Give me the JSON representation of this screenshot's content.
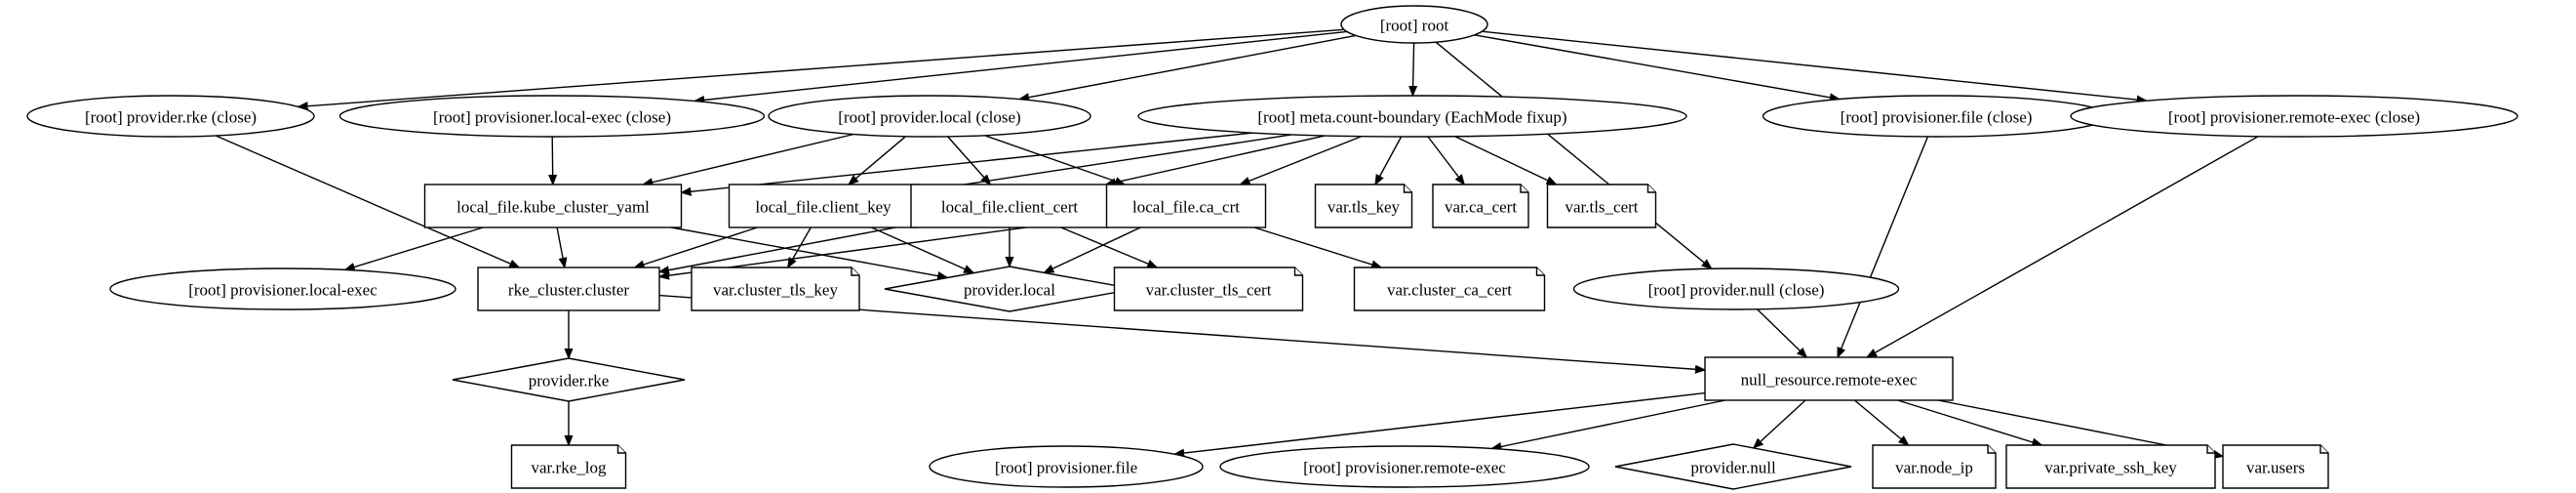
{
  "diagram": {
    "nodes": [
      {
        "id": "root",
        "label": "[root] root",
        "shape": "ellipse"
      },
      {
        "id": "prov_rke_close",
        "label": "[root] provider.rke (close)",
        "shape": "ellipse"
      },
      {
        "id": "provis_localexec_close",
        "label": "[root] provisioner.local-exec (close)",
        "shape": "ellipse"
      },
      {
        "id": "prov_local_close",
        "label": "[root] provider.local (close)",
        "shape": "ellipse"
      },
      {
        "id": "meta_count",
        "label": "[root] meta.count-boundary (EachMode fixup)",
        "shape": "ellipse"
      },
      {
        "id": "provis_file_close",
        "label": "[root] provisioner.file (close)",
        "shape": "ellipse"
      },
      {
        "id": "provis_remote_close",
        "label": "[root] provisioner.remote-exec (close)",
        "shape": "ellipse"
      },
      {
        "id": "lf_kube",
        "label": "local_file.kube_cluster_yaml",
        "shape": "box"
      },
      {
        "id": "lf_client_key",
        "label": "local_file.client_key",
        "shape": "box"
      },
      {
        "id": "lf_client_cert",
        "label": "local_file.client_cert",
        "shape": "box"
      },
      {
        "id": "lf_ca_crt",
        "label": "local_file.ca_crt",
        "shape": "box"
      },
      {
        "id": "var_tls_key",
        "label": "var.tls_key",
        "shape": "note"
      },
      {
        "id": "var_ca_cert",
        "label": "var.ca_cert",
        "shape": "note"
      },
      {
        "id": "var_tls_cert",
        "label": "var.tls_cert",
        "shape": "note"
      },
      {
        "id": "provis_localexec",
        "label": "[root] provisioner.local-exec",
        "shape": "ellipse"
      },
      {
        "id": "rke_cluster",
        "label": "rke_cluster.cluster",
        "shape": "box"
      },
      {
        "id": "var_cluster_tls_key",
        "label": "var.cluster_tls_key",
        "shape": "note"
      },
      {
        "id": "provider_local",
        "label": "provider.local",
        "shape": "diamond"
      },
      {
        "id": "var_cluster_tls_cert",
        "label": "var.cluster_tls_cert",
        "shape": "note"
      },
      {
        "id": "var_cluster_ca_cert",
        "label": "var.cluster_ca_cert",
        "shape": "note"
      },
      {
        "id": "prov_null_close",
        "label": "[root] provider.null (close)",
        "shape": "ellipse"
      },
      {
        "id": "provider_rke",
        "label": "provider.rke",
        "shape": "diamond"
      },
      {
        "id": "null_remote",
        "label": "null_resource.remote-exec",
        "shape": "box"
      },
      {
        "id": "var_rke_log",
        "label": "var.rke_log",
        "shape": "note"
      },
      {
        "id": "provis_file",
        "label": "[root] provisioner.file",
        "shape": "ellipse"
      },
      {
        "id": "provis_remote",
        "label": "[root] provisioner.remote-exec",
        "shape": "ellipse"
      },
      {
        "id": "provider_null",
        "label": "provider.null",
        "shape": "diamond"
      },
      {
        "id": "var_node_ip",
        "label": "var.node_ip",
        "shape": "note"
      },
      {
        "id": "var_private_ssh_key",
        "label": "var.private_ssh_key",
        "shape": "note"
      },
      {
        "id": "var_users",
        "label": "var.users",
        "shape": "note"
      }
    ],
    "edges": [
      [
        "root",
        "prov_rke_close"
      ],
      [
        "root",
        "provis_localexec_close"
      ],
      [
        "root",
        "prov_local_close"
      ],
      [
        "root",
        "meta_count"
      ],
      [
        "root",
        "provis_file_close"
      ],
      [
        "root",
        "provis_remote_close"
      ],
      [
        "root",
        "prov_null_close"
      ],
      [
        "prov_rke_close",
        "rke_cluster"
      ],
      [
        "provis_localexec_close",
        "lf_kube"
      ],
      [
        "prov_local_close",
        "lf_kube"
      ],
      [
        "prov_local_close",
        "lf_client_key"
      ],
      [
        "prov_local_close",
        "lf_client_cert"
      ],
      [
        "prov_local_close",
        "lf_ca_crt"
      ],
      [
        "meta_count",
        "lf_kube"
      ],
      [
        "meta_count",
        "lf_client_key"
      ],
      [
        "meta_count",
        "lf_client_cert"
      ],
      [
        "meta_count",
        "lf_ca_crt"
      ],
      [
        "meta_count",
        "var_tls_key"
      ],
      [
        "meta_count",
        "var_ca_cert"
      ],
      [
        "meta_count",
        "var_tls_cert"
      ],
      [
        "provis_file_close",
        "null_remote"
      ],
      [
        "provis_remote_close",
        "null_remote"
      ],
      [
        "lf_kube",
        "provis_localexec"
      ],
      [
        "lf_kube",
        "rke_cluster"
      ],
      [
        "lf_kube",
        "provider_local"
      ],
      [
        "lf_client_key",
        "rke_cluster"
      ],
      [
        "lf_client_key",
        "var_cluster_tls_key"
      ],
      [
        "lf_client_key",
        "provider_local"
      ],
      [
        "lf_client_cert",
        "rke_cluster"
      ],
      [
        "lf_client_cert",
        "provider_local"
      ],
      [
        "lf_client_cert",
        "var_cluster_tls_cert"
      ],
      [
        "lf_ca_crt",
        "rke_cluster"
      ],
      [
        "lf_ca_crt",
        "provider_local"
      ],
      [
        "lf_ca_crt",
        "var_cluster_ca_cert"
      ],
      [
        "rke_cluster",
        "provider_rke"
      ],
      [
        "rke_cluster",
        "null_remote"
      ],
      [
        "provider_rke",
        "var_rke_log"
      ],
      [
        "prov_null_close",
        "null_remote"
      ],
      [
        "null_remote",
        "provis_file"
      ],
      [
        "null_remote",
        "provis_remote"
      ],
      [
        "null_remote",
        "provider_null"
      ],
      [
        "null_remote",
        "var_node_ip"
      ],
      [
        "null_remote",
        "var_private_ssh_key"
      ],
      [
        "null_remote",
        "var_users"
      ]
    ]
  }
}
